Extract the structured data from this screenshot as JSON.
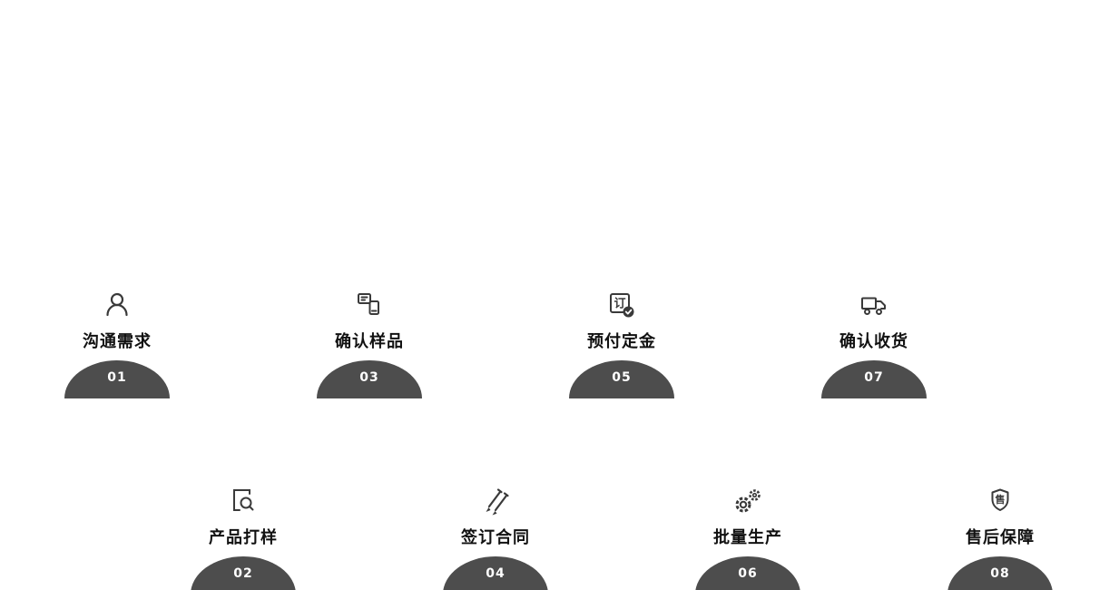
{
  "theme": {
    "background": "#ffffff",
    "dome_color": "#4d4d4d",
    "icon_color": "#3a3a3a",
    "label_color": "#111111",
    "number_color": "#ffffff"
  },
  "steps": [
    {
      "number": "01",
      "label": "沟通需求",
      "icon": "user-icon"
    },
    {
      "number": "02",
      "label": "产品打样",
      "icon": "document-search-icon"
    },
    {
      "number": "03",
      "label": "确认样品",
      "icon": "sample-devices-icon"
    },
    {
      "number": "04",
      "label": "签订合同",
      "icon": "pens-icon"
    },
    {
      "number": "05",
      "label": "预付定金",
      "icon": "order-check-icon",
      "icon_text": "订"
    },
    {
      "number": "06",
      "label": "批量生产",
      "icon": "gears-icon"
    },
    {
      "number": "07",
      "label": "确认收货",
      "icon": "truck-icon"
    },
    {
      "number": "08",
      "label": "售后保障",
      "icon": "shield-icon",
      "icon_text": "售"
    }
  ]
}
